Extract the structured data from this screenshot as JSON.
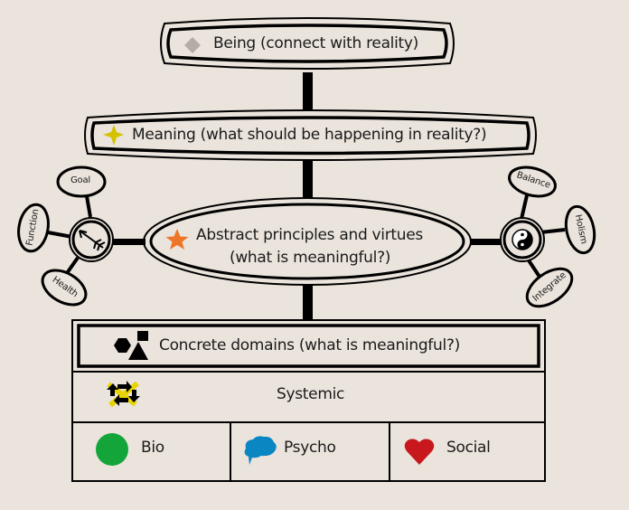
{
  "title": "Meaning hierarchy diagram",
  "levels": {
    "being": {
      "label": "Being (connect with reality)",
      "icon": "diamond-icon",
      "icon_color": "#b5ada5"
    },
    "meaning": {
      "label": "Meaning (what should be happening in reality?)",
      "icon": "four-point-star-icon",
      "icon_color": "#d4c200"
    },
    "abstract": {
      "line1": "Abstract principles and virtues",
      "line2": "(what is meaningful?)",
      "icon": "star-icon",
      "icon_color": "#ee7629"
    },
    "concrete": {
      "label": "Concrete domains (what is meaningful?)",
      "icon": "shapes-icon"
    }
  },
  "left_hub": {
    "icon": "compass-arrow-icon",
    "satellites": [
      "Goal",
      "Function",
      "Health"
    ]
  },
  "right_hub": {
    "icon": "yin-yang-icon",
    "satellites": [
      "Balance",
      "Holism",
      "Integrate"
    ]
  },
  "systemic": {
    "label": "Systemic",
    "icon": "systemic-arrows-icon",
    "icon_color": "#e8d400"
  },
  "domains": [
    {
      "label": "Bio",
      "icon": "circle-icon",
      "color": "#14a53a"
    },
    {
      "label": "Psycho",
      "icon": "speech-cloud-icon",
      "color": "#0a86c2"
    },
    {
      "label": "Social",
      "icon": "heart-icon",
      "color": "#c8181e"
    }
  ]
}
